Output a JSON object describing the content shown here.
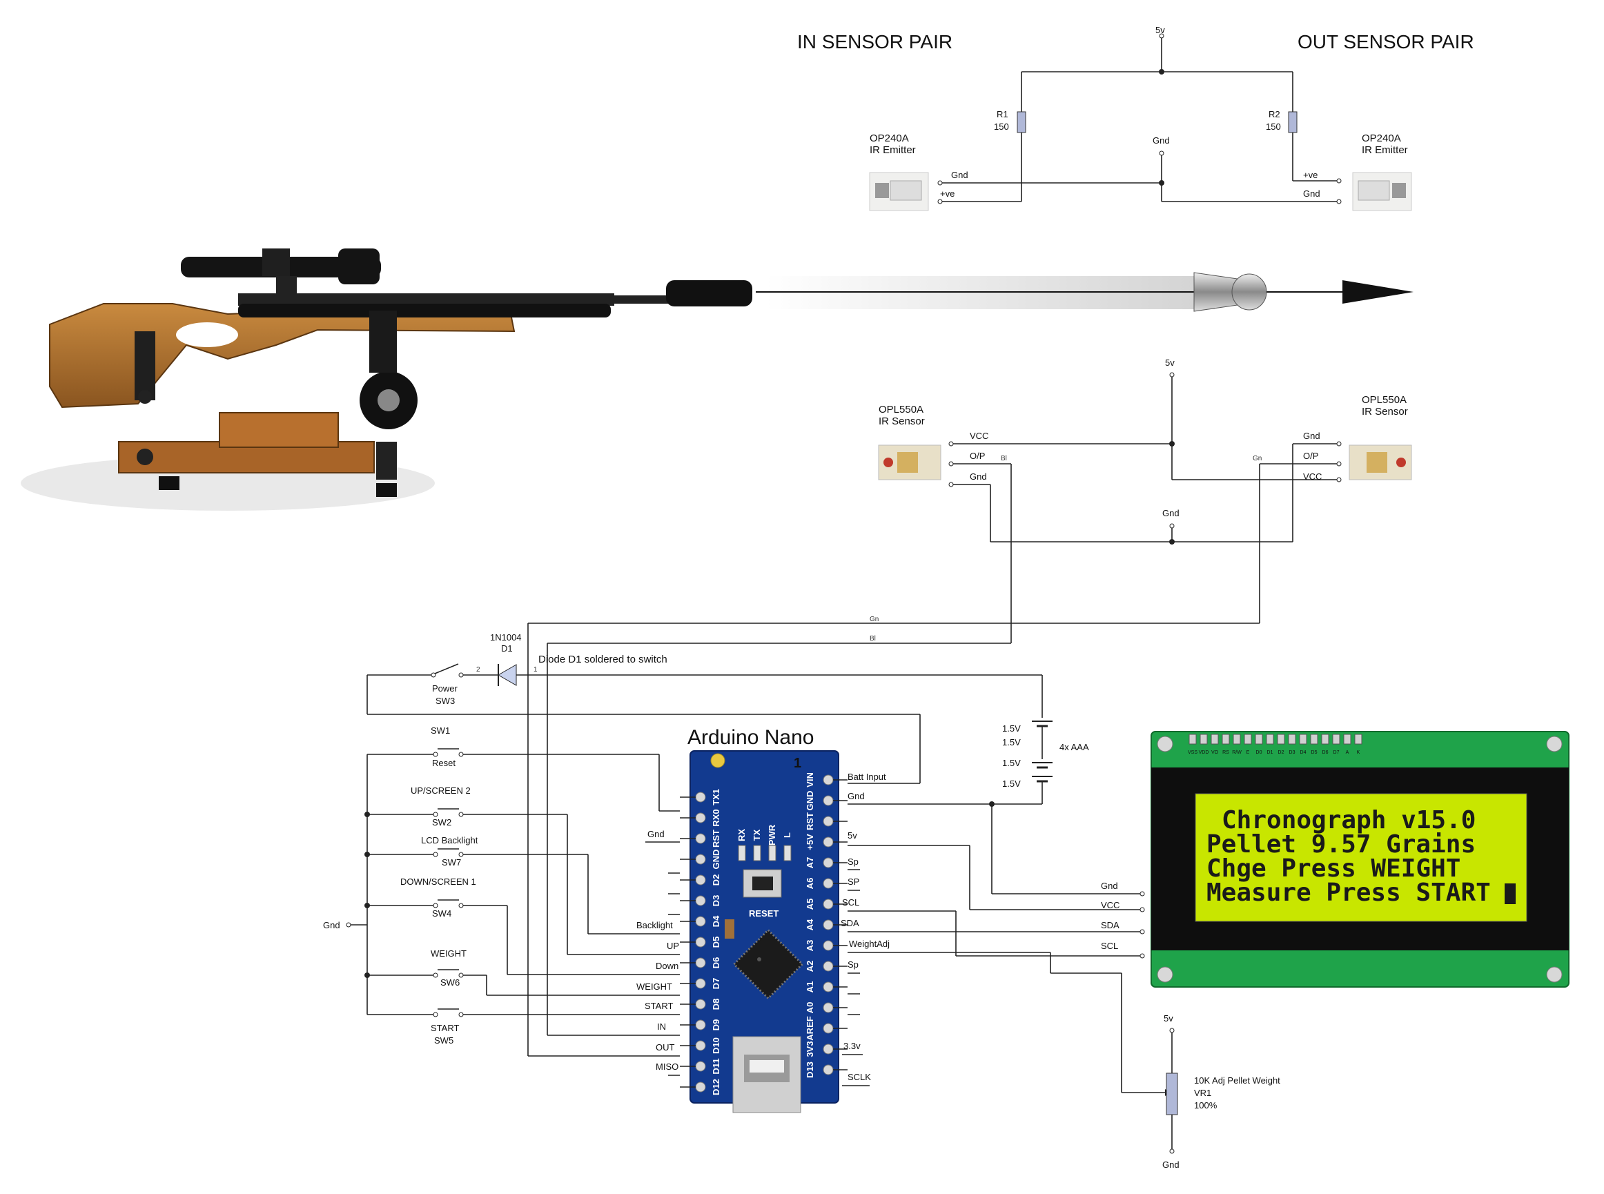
{
  "headings": {
    "in_pair": "IN SENSOR PAIR",
    "out_pair": "OUT SENSOR PAIR"
  },
  "emitters": {
    "left": {
      "part": "OP240A",
      "desc": "IR Emitter",
      "pin1": "Gnd",
      "pin2": "+ve"
    },
    "right": {
      "part": "OP240A",
      "desc": "IR Emitter",
      "pin1": "+ve",
      "pin2": "Gnd"
    },
    "r1": {
      "ref": "R1",
      "value": "150"
    },
    "r2": {
      "ref": "R2",
      "value": "150"
    },
    "top_5v": "5v",
    "mid_gnd": "Gnd"
  },
  "sensors": {
    "left": {
      "part": "OPL550A",
      "desc": "IR Sensor",
      "pins": [
        "VCC",
        "O/P",
        "Gnd"
      ],
      "wire_tag": "Bl"
    },
    "right": {
      "part": "OPL550A",
      "desc": "IR Sensor",
      "pins": [
        "Gnd",
        "O/P",
        "VCC"
      ],
      "wire_tag": "Gn"
    },
    "top_5v": "5v",
    "gnd": "Gnd"
  },
  "wires": {
    "gn": "Gn",
    "bl": "Bl"
  },
  "diode": {
    "part": "1N1004",
    "ref": "D1",
    "note": "Diode D1 soldered to switch",
    "pin1": "1",
    "pin2": "2"
  },
  "power_switch": {
    "name": "Power",
    "ref": "SW3"
  },
  "battery": {
    "cells": [
      "1.5V",
      "1.5V",
      "1.5V",
      "1.5V"
    ],
    "label": "4x AAA"
  },
  "switches": [
    {
      "name": "SW1",
      "sub": "Reset"
    },
    {
      "name": "UP/SCREEN 2",
      "sub": "SW2"
    },
    {
      "name": "LCD Backlight",
      "sub": "SW7"
    },
    {
      "name": "DOWN/SCREEN 1",
      "sub": "SW4"
    },
    {
      "name": "WEIGHT",
      "sub": "SW6"
    },
    {
      "name": "START",
      "sub": "SW5"
    }
  ],
  "gnd_label": "Gnd",
  "nano": {
    "title": "Arduino Nano",
    "pin1_mark": "1",
    "reset_label": "RESET",
    "left_pins": [
      "TX1",
      "RX0",
      "RST",
      "GND",
      "D2",
      "D3",
      "D4",
      "D5",
      "D6",
      "D7",
      "D8",
      "D9",
      "D10",
      "D11",
      "D12"
    ],
    "right_pins": [
      "VIN",
      "GND",
      "RST",
      "+5V",
      "A7",
      "A6",
      "A5",
      "A4",
      "A3",
      "A2",
      "A1",
      "A0",
      "AREF",
      "3V3",
      "D13"
    ],
    "leds": [
      "RX",
      "TX",
      "PWR",
      "L"
    ],
    "left_signals": [
      "Gnd",
      "Backlight",
      "UP",
      "Down",
      "WEIGHT",
      "START",
      "IN",
      "OUT",
      "MISO"
    ],
    "right_signals": [
      "Batt Input",
      "Gnd",
      "5v",
      "Sp",
      "SP",
      "SCL",
      "SDA",
      "WeightAdj",
      "Sp",
      "3.3v",
      "SCLK"
    ]
  },
  "lcd": {
    "lines": [
      "Chronograph v15.0",
      "Pellet 9.57 Grains",
      "Chge Press WEIGHT",
      "Measure Press START"
    ],
    "pins": [
      "Gnd",
      "VCC",
      "SDA",
      "SCL"
    ],
    "header_pins": [
      "VSS",
      "VDD",
      "VO",
      "RS",
      "R/W",
      "E",
      "D0",
      "D1",
      "D2",
      "D3",
      "D4",
      "D5",
      "D6",
      "D7",
      "A",
      "K"
    ],
    "bg_color": "#c8e600",
    "board_color": "#1fa34a"
  },
  "pot": {
    "top": "5v",
    "bottom": "Gnd",
    "desc": "10K Adj Pellet Weight",
    "ref": "VR1",
    "value": "100%"
  }
}
